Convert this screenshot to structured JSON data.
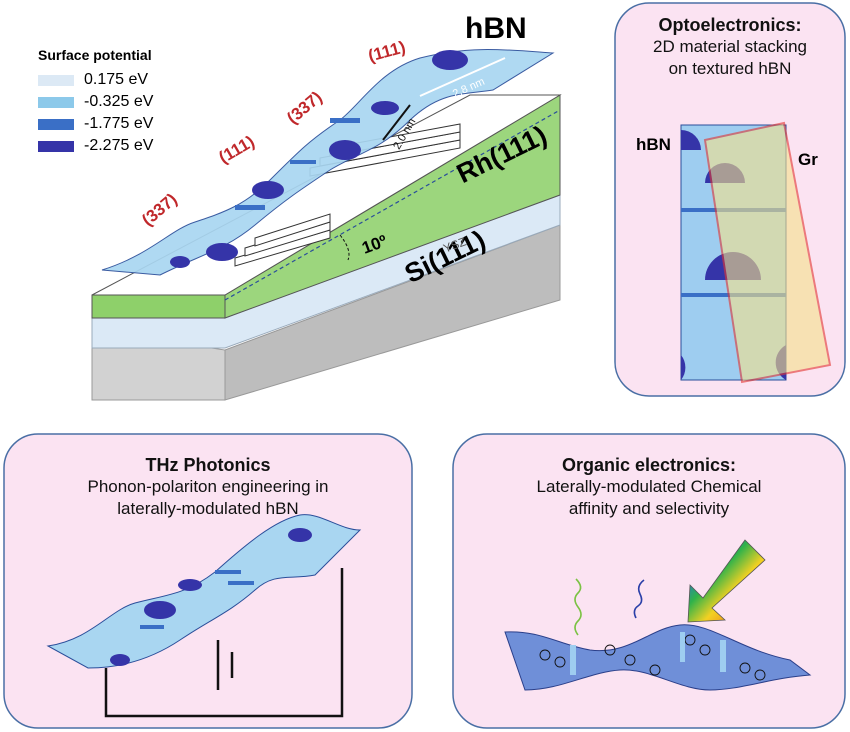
{
  "main": {
    "hbn_label": "hBN",
    "rh_label": "Rh(111)",
    "si_label": "Si(111)",
    "ysz_label": "YSZ",
    "angle_label": "10º",
    "dim_a": "2.8 nm",
    "dim_b": "2.0 nm",
    "facets": [
      "(337)",
      "(111)",
      "(337)",
      "(111)"
    ]
  },
  "legend": {
    "title": "Surface potential",
    "items": [
      {
        "label": "0.175 eV",
        "color": "#dce9f5"
      },
      {
        "label": "-0.325 eV",
        "color": "#8cc9ea"
      },
      {
        "label": "-1.775 eV",
        "color": "#3a6fc6"
      },
      {
        "label": "-2.275 eV",
        "color": "#3534a8"
      }
    ]
  },
  "panels": {
    "opto": {
      "title": "Optoelectronics:",
      "line1": "2D material stacking",
      "line2": "on textured hBN",
      "hbn": "hBN",
      "gr": "Gr"
    },
    "thz": {
      "title": "THz Photonics",
      "line1": "Phonon-polariton engineering in",
      "line2": "laterally-modulated hBN"
    },
    "organic": {
      "title": "Organic electronics:",
      "line1": "Laterally-modulated Chemical",
      "line2": "affinity and selectivity"
    }
  },
  "colors": {
    "panel_fill": "#fbe3f2",
    "panel_border": "#4a6fa5",
    "facet_red": "#c0282b",
    "rh_green": "#9cd67d",
    "ysz_blue": "#dbe9f6",
    "si_gray": "#d8d8d8"
  }
}
